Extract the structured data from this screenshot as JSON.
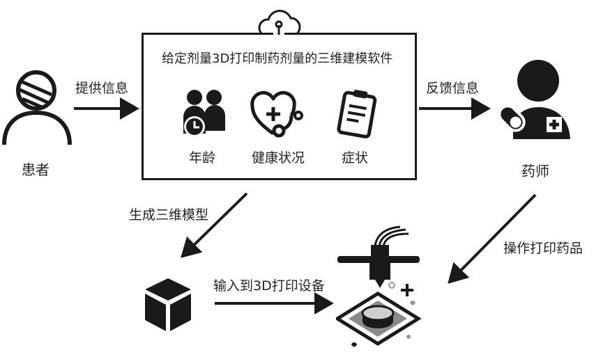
{
  "diagram": {
    "software_title": "给定剂量3D打印制药剂量的三维建模软件",
    "factors": [
      {
        "label": "年龄",
        "icon": "family-clock-icon"
      },
      {
        "label": "健康状况",
        "icon": "heart-stethoscope-icon"
      },
      {
        "label": "症状",
        "icon": "clipboard-icon"
      }
    ],
    "patient_label": "患者",
    "pharmacist_label": "药师",
    "provide_info_label": "提供信息",
    "feedback_label": "反馈信息",
    "generate_model_label": "生成三维模型",
    "input_printer_label": "输入到3D打印设备",
    "operate_print_label": "操作打印药品",
    "colors": {
      "stroke": "#1a1a1a",
      "text": "#222222",
      "plate": "#8a8a8a",
      "light_gray": "#cfcfcf"
    }
  }
}
